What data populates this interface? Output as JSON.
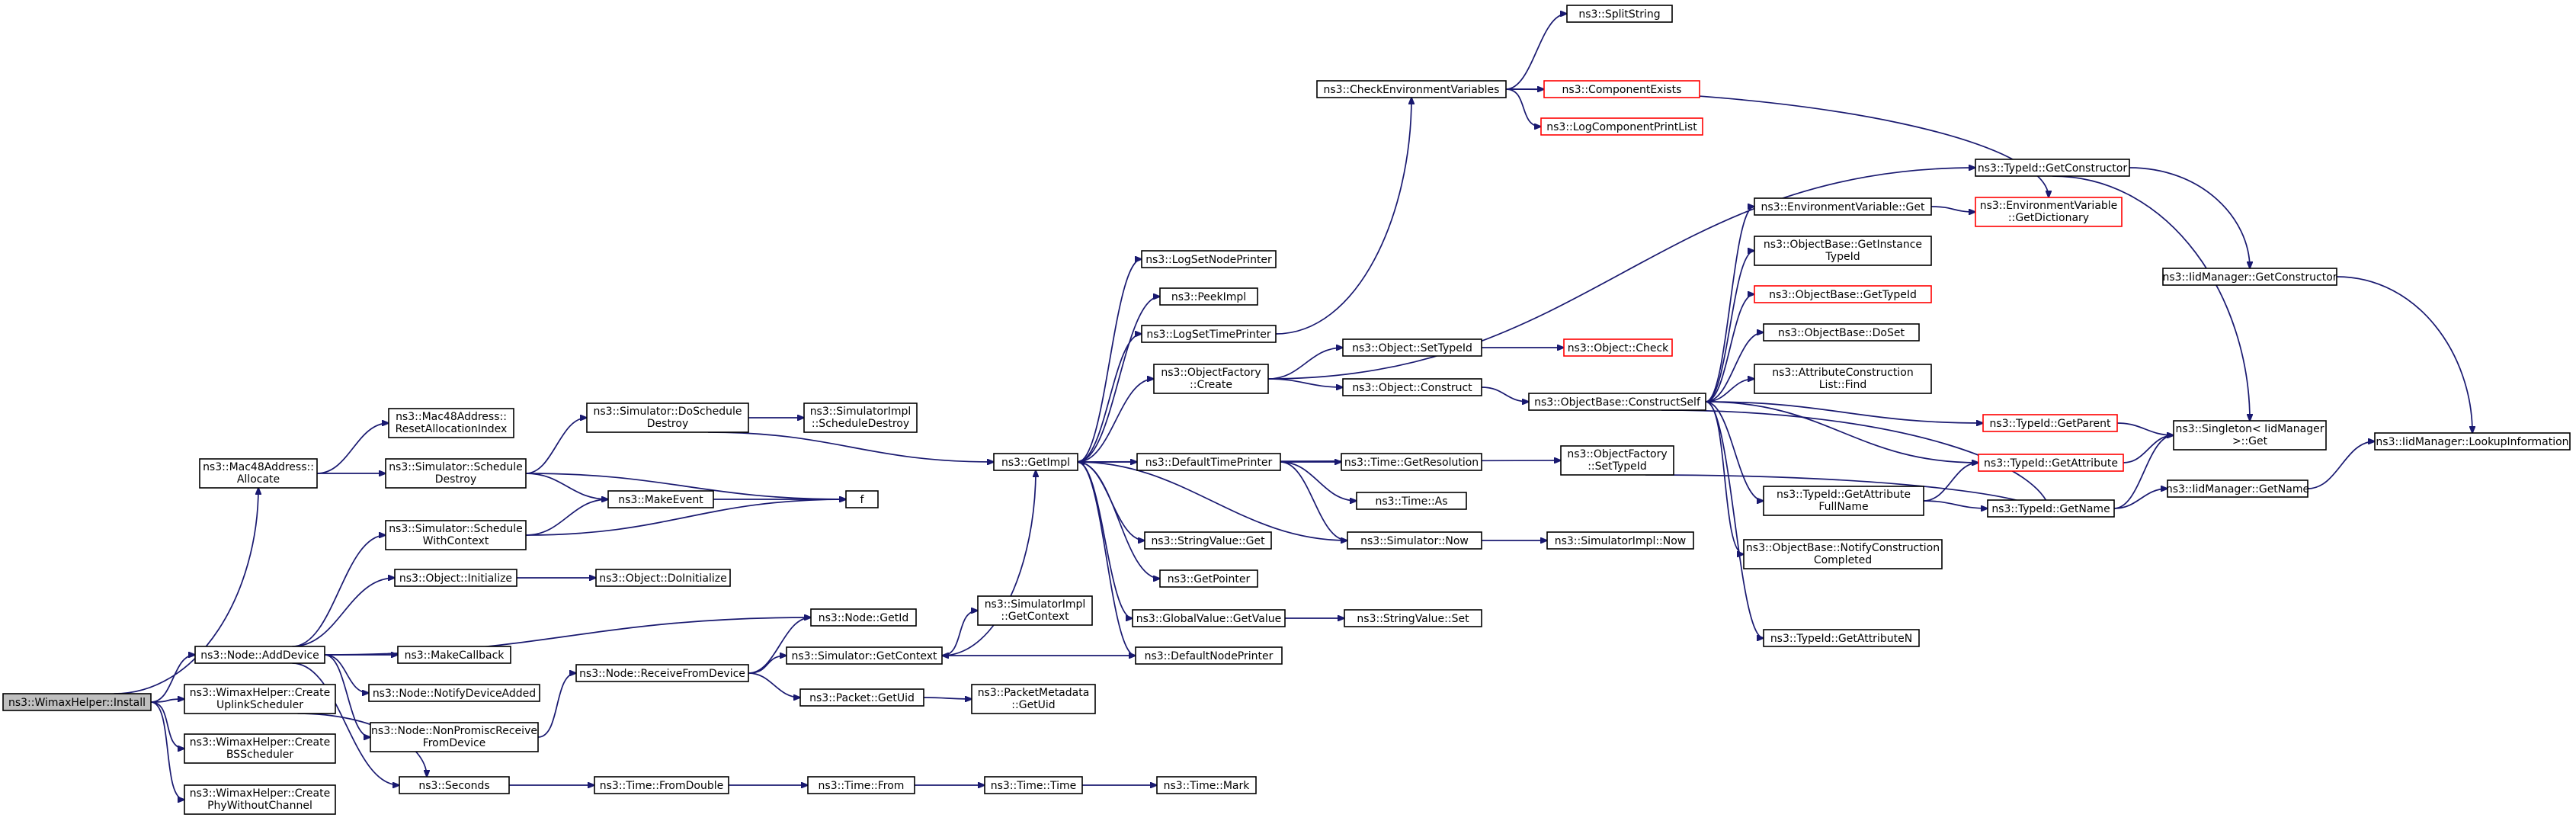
{
  "colors": {
    "edge": "#191970",
    "node_border": "#000000",
    "incomplete_border": "#ff0000",
    "root_fill": "#bfbfbf"
  },
  "nodes": {
    "root": {
      "lines": [
        "ns3::WimaxHelper::Install"
      ]
    },
    "mac48alloc": {
      "lines": [
        "ns3::Mac48Address::",
        "Allocate"
      ]
    },
    "addDevice": {
      "lines": [
        "ns3::Node::AddDevice"
      ]
    },
    "createUplink": {
      "lines": [
        "ns3::WimaxHelper::Create",
        "UplinkScheduler"
      ]
    },
    "createBS": {
      "lines": [
        "ns3::WimaxHelper::Create",
        "BSScheduler"
      ]
    },
    "createPhy": {
      "lines": [
        "ns3::WimaxHelper::Create",
        "PhyWithoutChannel"
      ]
    },
    "resetAlloc": {
      "lines": [
        "ns3::Mac48Address::",
        "ResetAllocationIndex"
      ]
    },
    "schedDestroy": {
      "lines": [
        "ns3::Simulator::Schedule",
        "Destroy"
      ]
    },
    "schedWithCtx": {
      "lines": [
        "ns3::Simulator::Schedule",
        "WithContext"
      ]
    },
    "objInit": {
      "lines": [
        "ns3::Object::Initialize"
      ]
    },
    "doSchedDestroy": {
      "lines": [
        "ns3::Simulator::DoSchedule",
        "Destroy"
      ]
    },
    "makeEvent": {
      "lines": [
        "ns3::MakeEvent"
      ]
    },
    "f": {
      "lines": [
        "f"
      ]
    },
    "simImplSchedDestroy": {
      "lines": [
        "ns3::SimulatorImpl",
        "::ScheduleDestroy"
      ]
    },
    "doInit": {
      "lines": [
        "ns3::Object::DoInitialize"
      ]
    },
    "nodeGetId": {
      "lines": [
        "ns3::Node::GetId"
      ]
    },
    "makeCallback": {
      "lines": [
        "ns3::MakeCallback"
      ]
    },
    "notifyDevAdded": {
      "lines": [
        "ns3::Node::NotifyDeviceAdded"
      ]
    },
    "nonPromisc": {
      "lines": [
        "ns3::Node::NonPromiscReceive",
        "FromDevice"
      ]
    },
    "seconds": {
      "lines": [
        "ns3::Seconds"
      ]
    },
    "recvFromDev": {
      "lines": [
        "ns3::Node::ReceiveFromDevice"
      ]
    },
    "simGetCtx": {
      "lines": [
        "ns3::Simulator::GetContext"
      ]
    },
    "pktGetUid": {
      "lines": [
        "ns3::Packet::GetUid"
      ]
    },
    "simImplGetCtx": {
      "lines": [
        "ns3::SimulatorImpl",
        "::GetContext"
      ]
    },
    "pktMetaGetUid": {
      "lines": [
        "ns3::PacketMetadata",
        "::GetUid"
      ]
    },
    "timeFromDouble": {
      "lines": [
        "ns3::Time::FromDouble"
      ]
    },
    "timeFrom": {
      "lines": [
        "ns3::Time::From"
      ]
    },
    "timeTime": {
      "lines": [
        "ns3::Time::Time"
      ]
    },
    "timeMark": {
      "lines": [
        "ns3::Time::Mark"
      ]
    },
    "getImpl": {
      "lines": [
        "ns3::GetImpl"
      ]
    },
    "logSetNode": {
      "lines": [
        "ns3::LogSetNodePrinter"
      ]
    },
    "peekImpl": {
      "lines": [
        "ns3::PeekImpl"
      ]
    },
    "logSetTime": {
      "lines": [
        "ns3::LogSetTimePrinter"
      ]
    },
    "objFactCreate": {
      "lines": [
        "ns3::ObjectFactory",
        "::Create"
      ]
    },
    "defTimePrinter": {
      "lines": [
        "ns3::DefaultTimePrinter"
      ]
    },
    "strValGet": {
      "lines": [
        "ns3::StringValue::Get"
      ]
    },
    "getPointer": {
      "lines": [
        "ns3::GetPointer"
      ]
    },
    "globValGet": {
      "lines": [
        "ns3::GlobalValue::GetValue"
      ]
    },
    "defNodePrinter": {
      "lines": [
        "ns3::DefaultNodePrinter"
      ]
    },
    "checkEnv": {
      "lines": [
        "ns3::CheckEnvironmentVariables"
      ]
    },
    "splitString": {
      "lines": [
        "ns3::SplitString"
      ]
    },
    "compExists": {
      "lines": [
        "ns3::ComponentExists"
      ]
    },
    "logCompPrint": {
      "lines": [
        "ns3::LogComponentPrintList"
      ]
    },
    "objSetTypeId": {
      "lines": [
        "ns3::Object::SetTypeId"
      ]
    },
    "objCheck": {
      "lines": [
        "ns3::Object::Check"
      ]
    },
    "objConstruct": {
      "lines": [
        "ns3::Object::Construct"
      ]
    },
    "timeGetRes": {
      "lines": [
        "ns3::Time::GetResolution"
      ]
    },
    "timeAs": {
      "lines": [
        "ns3::Time::As"
      ]
    },
    "simNow": {
      "lines": [
        "ns3::Simulator::Now"
      ]
    },
    "simImplNow": {
      "lines": [
        "ns3::SimulatorImpl::Now"
      ]
    },
    "strValSet": {
      "lines": [
        "ns3::StringValue::Set"
      ]
    },
    "objFactSetTypeId": {
      "lines": [
        "ns3::ObjectFactory",
        "::SetTypeId"
      ]
    },
    "envVarGet": {
      "lines": [
        "ns3::EnvironmentVariable::Get"
      ]
    },
    "objBaseGetInstTid": {
      "lines": [
        "ns3::ObjectBase::GetInstance",
        "TypeId"
      ]
    },
    "objBaseGetTid": {
      "lines": [
        "ns3::ObjectBase::GetTypeId"
      ]
    },
    "objBaseDoSet": {
      "lines": [
        "ns3::ObjectBase::DoSet"
      ]
    },
    "attrConstrFind": {
      "lines": [
        "ns3::AttributeConstruction",
        "List::Find"
      ]
    },
    "objBaseConstructSelf": {
      "lines": [
        "ns3::ObjectBase::ConstructSelf"
      ]
    },
    "tidGetAttrFull": {
      "lines": [
        "ns3::TypeId::GetAttribute",
        "FullName"
      ]
    },
    "objBaseNotify": {
      "lines": [
        "ns3::ObjectBase::NotifyConstruction",
        "Completed"
      ]
    },
    "tidGetAttrN": {
      "lines": [
        "ns3::TypeId::GetAttributeN"
      ]
    },
    "tidGetConstructor": {
      "lines": [
        "ns3::TypeId::GetConstructor"
      ]
    },
    "envVarGetDict": {
      "lines": [
        "ns3::EnvironmentVariable",
        "::GetDictionary"
      ]
    },
    "tidGetParent": {
      "lines": [
        "ns3::TypeId::GetParent"
      ]
    },
    "tidGetAttr": {
      "lines": [
        "ns3::TypeId::GetAttribute"
      ]
    },
    "tidGetName": {
      "lines": [
        "ns3::TypeId::GetName"
      ]
    },
    "iidGetConstructor": {
      "lines": [
        "ns3::IidManager::GetConstructor"
      ]
    },
    "singletonGet": {
      "lines": [
        "ns3::Singleton< IidManager",
        " >::Get"
      ]
    },
    "iidGetName": {
      "lines": [
        "ns3::IidManager::GetName"
      ]
    },
    "iidLookupInfo": {
      "lines": [
        "ns3::IidManager::LookupInformation"
      ]
    }
  }
}
